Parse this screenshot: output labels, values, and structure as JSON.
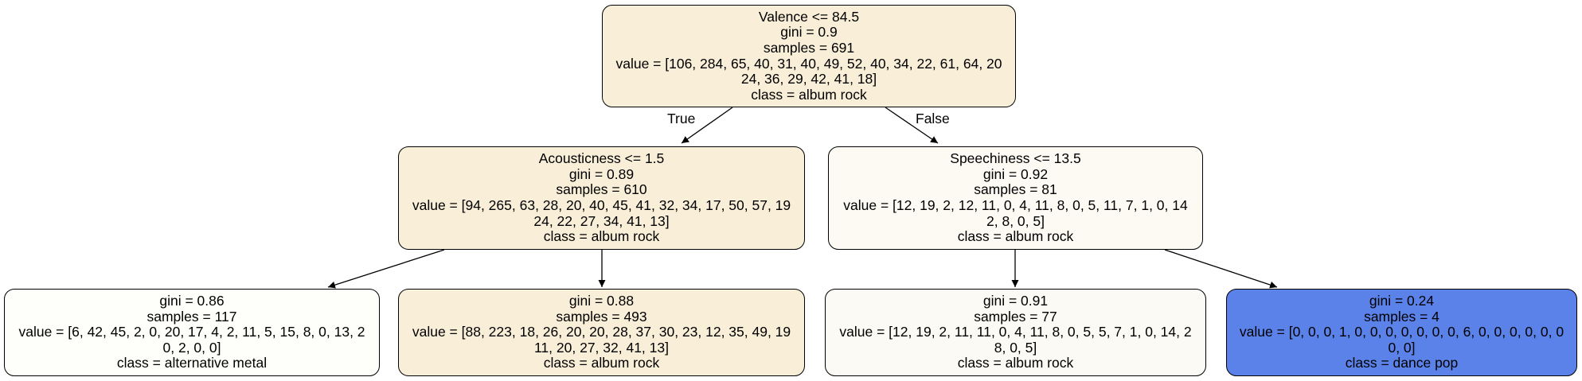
{
  "edge_labels": {
    "true_label": "True",
    "false_label": "False"
  },
  "nodes": {
    "root": {
      "lines": [
        "Valence <= 84.5",
        "gini = 0.9",
        "samples = 691",
        "value = [106, 284, 65, 40, 31, 40, 49, 52, 40, 34, 22, 61, 64, 20",
        "24, 36, 29, 42, 41, 18]",
        "class = album rock"
      ],
      "fill": "#f9efd8"
    },
    "left": {
      "lines": [
        "Acousticness <= 1.5",
        "gini = 0.89",
        "samples = 610",
        "value = [94, 265, 63, 28, 20, 40, 45, 41, 32, 34, 17, 50, 57, 19",
        "24, 22, 27, 34, 41, 13]",
        "class = album rock"
      ],
      "fill": "#f9efd9"
    },
    "right": {
      "lines": [
        "Speechiness <= 13.5",
        "gini = 0.92",
        "samples = 81",
        "value = [12, 19, 2, 12, 11, 0, 4, 11, 8, 0, 5, 11, 7, 1, 0, 14",
        "2, 8, 0, 5]",
        "class = album rock"
      ],
      "fill": "#fcfaf3"
    },
    "leaf1": {
      "lines": [
        "gini = 0.86",
        "samples = 117",
        "value = [6, 42, 45, 2, 0, 20, 17, 4, 2, 11, 5, 15, 8, 0, 13, 2",
        "0, 2, 0, 0]",
        "class = alternative metal"
      ],
      "fill": "#fefffa"
    },
    "leaf2": {
      "lines": [
        "gini = 0.88",
        "samples = 493",
        "value = [88, 223, 18, 26, 20, 20, 28, 37, 30, 23, 12, 35, 49, 19",
        "11, 20, 27, 32, 41, 13]",
        "class = album rock"
      ],
      "fill": "#f9eed7"
    },
    "leaf3": {
      "lines": [
        "gini = 0.91",
        "samples = 77",
        "value = [12, 19, 2, 11, 11, 0, 4, 11, 8, 0, 5, 5, 7, 1, 0, 14, 2",
        "8, 0, 5]",
        "class = album rock"
      ],
      "fill": "#fcfaf4"
    },
    "leaf4": {
      "lines": [
        "gini = 0.24",
        "samples = 4",
        "value = [0, 0, 0, 1, 0, 0, 0, 0, 0, 0, 0, 6, 0, 0, 0, 0, 0, 0",
        "0, 0]",
        "class = dance pop"
      ],
      "fill": "#5b82e9"
    }
  }
}
